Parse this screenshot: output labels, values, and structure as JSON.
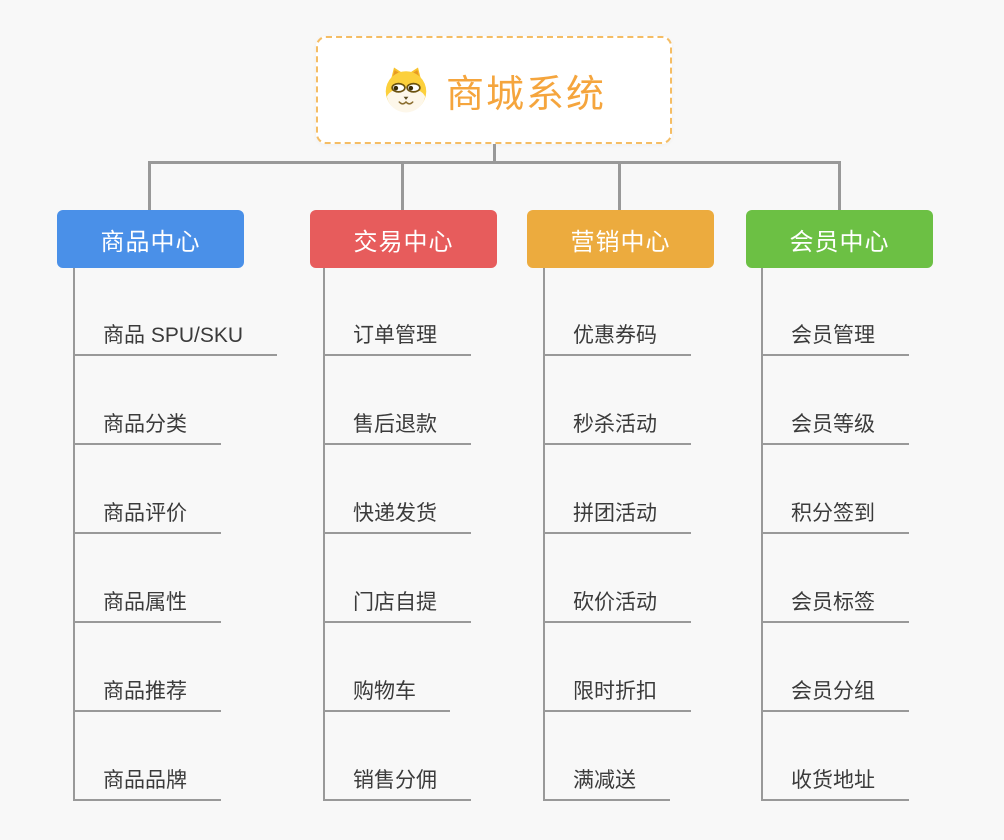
{
  "canvas": {
    "background": "#f8f8f8",
    "line_color": "#999999"
  },
  "root": {
    "title": "商城系统",
    "icon": "dog-face-icon",
    "text_color": "#f5a53d",
    "border_color": "#f5bd64"
  },
  "branches": [
    {
      "label": "商品中心",
      "color": "#4a90e8",
      "children": [
        "商品 SPU/SKU",
        "商品分类",
        "商品评价",
        "商品属性",
        "商品推荐",
        "商品品牌"
      ]
    },
    {
      "label": "交易中心",
      "color": "#e75c5c",
      "children": [
        "订单管理",
        "售后退款",
        "快递发货",
        "门店自提",
        "购物车",
        "销售分佣"
      ]
    },
    {
      "label": "营销中心",
      "color": "#ecab3e",
      "children": [
        "优惠券码",
        "秒杀活动",
        "拼团活动",
        "砍价活动",
        "限时折扣",
        "满减送"
      ]
    },
    {
      "label": "会员中心",
      "color": "#6cc044",
      "children": [
        "会员管理",
        "会员等级",
        "积分签到",
        "会员标签",
        "会员分组",
        "收货地址"
      ]
    }
  ]
}
